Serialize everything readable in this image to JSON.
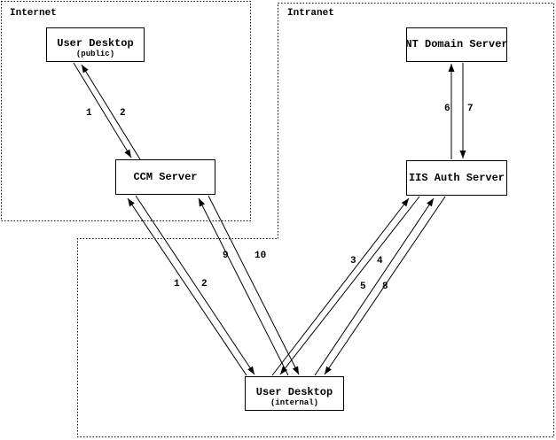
{
  "diagram": {
    "regions": [
      {
        "id": "internet",
        "label": "Internet"
      },
      {
        "id": "intranet",
        "label": "Intranet"
      }
    ],
    "nodes": [
      {
        "id": "user-desktop-public",
        "label": "User Desktop",
        "sublabel": "(public)",
        "region": "Internet"
      },
      {
        "id": "ccm-server",
        "label": "CCM Server",
        "region": "Internet"
      },
      {
        "id": "nt-domain-server",
        "label": "NT Domain Server",
        "region": "Intranet"
      },
      {
        "id": "iis-auth-server",
        "label": "IIS Auth Server",
        "region": "Intranet"
      },
      {
        "id": "user-desktop-internal",
        "label": "User Desktop",
        "sublabel": "(internal)",
        "region": "Intranet"
      }
    ],
    "edge_labels": {
      "public_ccm_1": "1",
      "public_ccm_2": "2",
      "ccm_internal_1": "1",
      "ccm_internal_2": "2",
      "ccm_internal_9": "9",
      "ccm_internal_10": "10",
      "iis_internal_3": "3",
      "iis_internal_4": "4",
      "iis_internal_5": "5",
      "iis_internal_8": "8",
      "nt_iis_6": "6",
      "nt_iis_7": "7"
    },
    "edges": [
      {
        "step": "1",
        "from": "User Desktop (public)",
        "to": "CCM Server"
      },
      {
        "step": "2",
        "from": "CCM Server",
        "to": "User Desktop (public)"
      },
      {
        "step": "1",
        "from": "User Desktop (internal)",
        "to": "CCM Server"
      },
      {
        "step": "2",
        "from": "CCM Server",
        "to": "User Desktop (internal)"
      },
      {
        "step": "3",
        "from": "User Desktop (internal)",
        "to": "IIS Auth Server"
      },
      {
        "step": "4",
        "from": "IIS Auth Server",
        "to": "User Desktop (internal)"
      },
      {
        "step": "5",
        "from": "User Desktop (internal)",
        "to": "IIS Auth Server"
      },
      {
        "step": "6",
        "from": "IIS Auth Server",
        "to": "NT Domain Server"
      },
      {
        "step": "7",
        "from": "NT Domain Server",
        "to": "IIS Auth Server"
      },
      {
        "step": "8",
        "from": "IIS Auth Server",
        "to": "User Desktop (internal)"
      },
      {
        "step": "9",
        "from": "User Desktop (internal)",
        "to": "CCM Server"
      },
      {
        "step": "10",
        "from": "CCM Server",
        "to": "User Desktop (internal)"
      }
    ],
    "colors": {
      "line": "#000000",
      "background": "#ffffff"
    }
  }
}
